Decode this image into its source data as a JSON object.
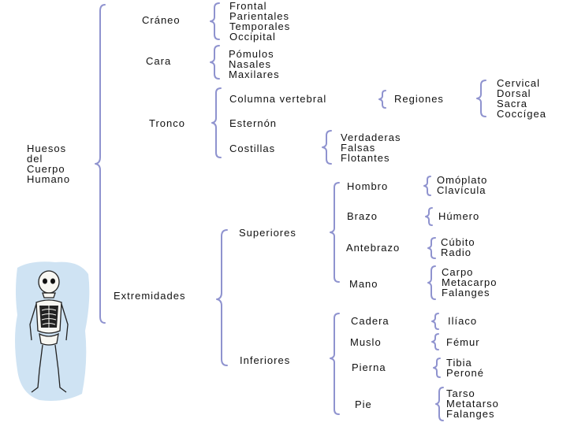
{
  "root": "Huesos\ndel\nCuerpo\nHumano",
  "craneo": {
    "label": "Cráneo",
    "items": "Frontal\nParientales\nTemporales\nOccipital"
  },
  "cara": {
    "label": "Cara",
    "items": "Pómulos\nNasales\nMaxilares"
  },
  "tronco": {
    "label": "Tronco",
    "columna": "Columna vertebral",
    "regiones": "Regiones",
    "regiones_items": "Cervical\nDorsal\nSacra\nCoccígea",
    "esternon": "Esternón",
    "costillas": "Costillas",
    "costillas_items": "Verdaderas\nFalsas\nFlotantes"
  },
  "extremidades": {
    "label": "Extremidades",
    "superiores": {
      "label": "Superiores",
      "hombro": "Hombro",
      "hombro_items": "Omóplato\nClavícula",
      "brazo": "Brazo",
      "brazo_items": "Húmero",
      "antebrazo": "Antebrazo",
      "antebrazo_items": "Cúbito\nRadio",
      "mano": "Mano",
      "mano_items": "Carpo\nMetacarpo\nFalanges"
    },
    "inferiores": {
      "label": "Inferiores",
      "cadera": "Cadera",
      "cadera_items": "Ilíaco",
      "muslo": "Muslo",
      "muslo_items": "Fémur",
      "pierna": "Pierna",
      "pierna_items": "Tibia\nPeroné",
      "pie": "Pie",
      "pie_items": "Tarso\nMetatarso\nFalanges"
    }
  },
  "colors": {
    "brace": "#8f93cf",
    "text": "#111111",
    "skeleton_bg": "#cfe3f3"
  }
}
